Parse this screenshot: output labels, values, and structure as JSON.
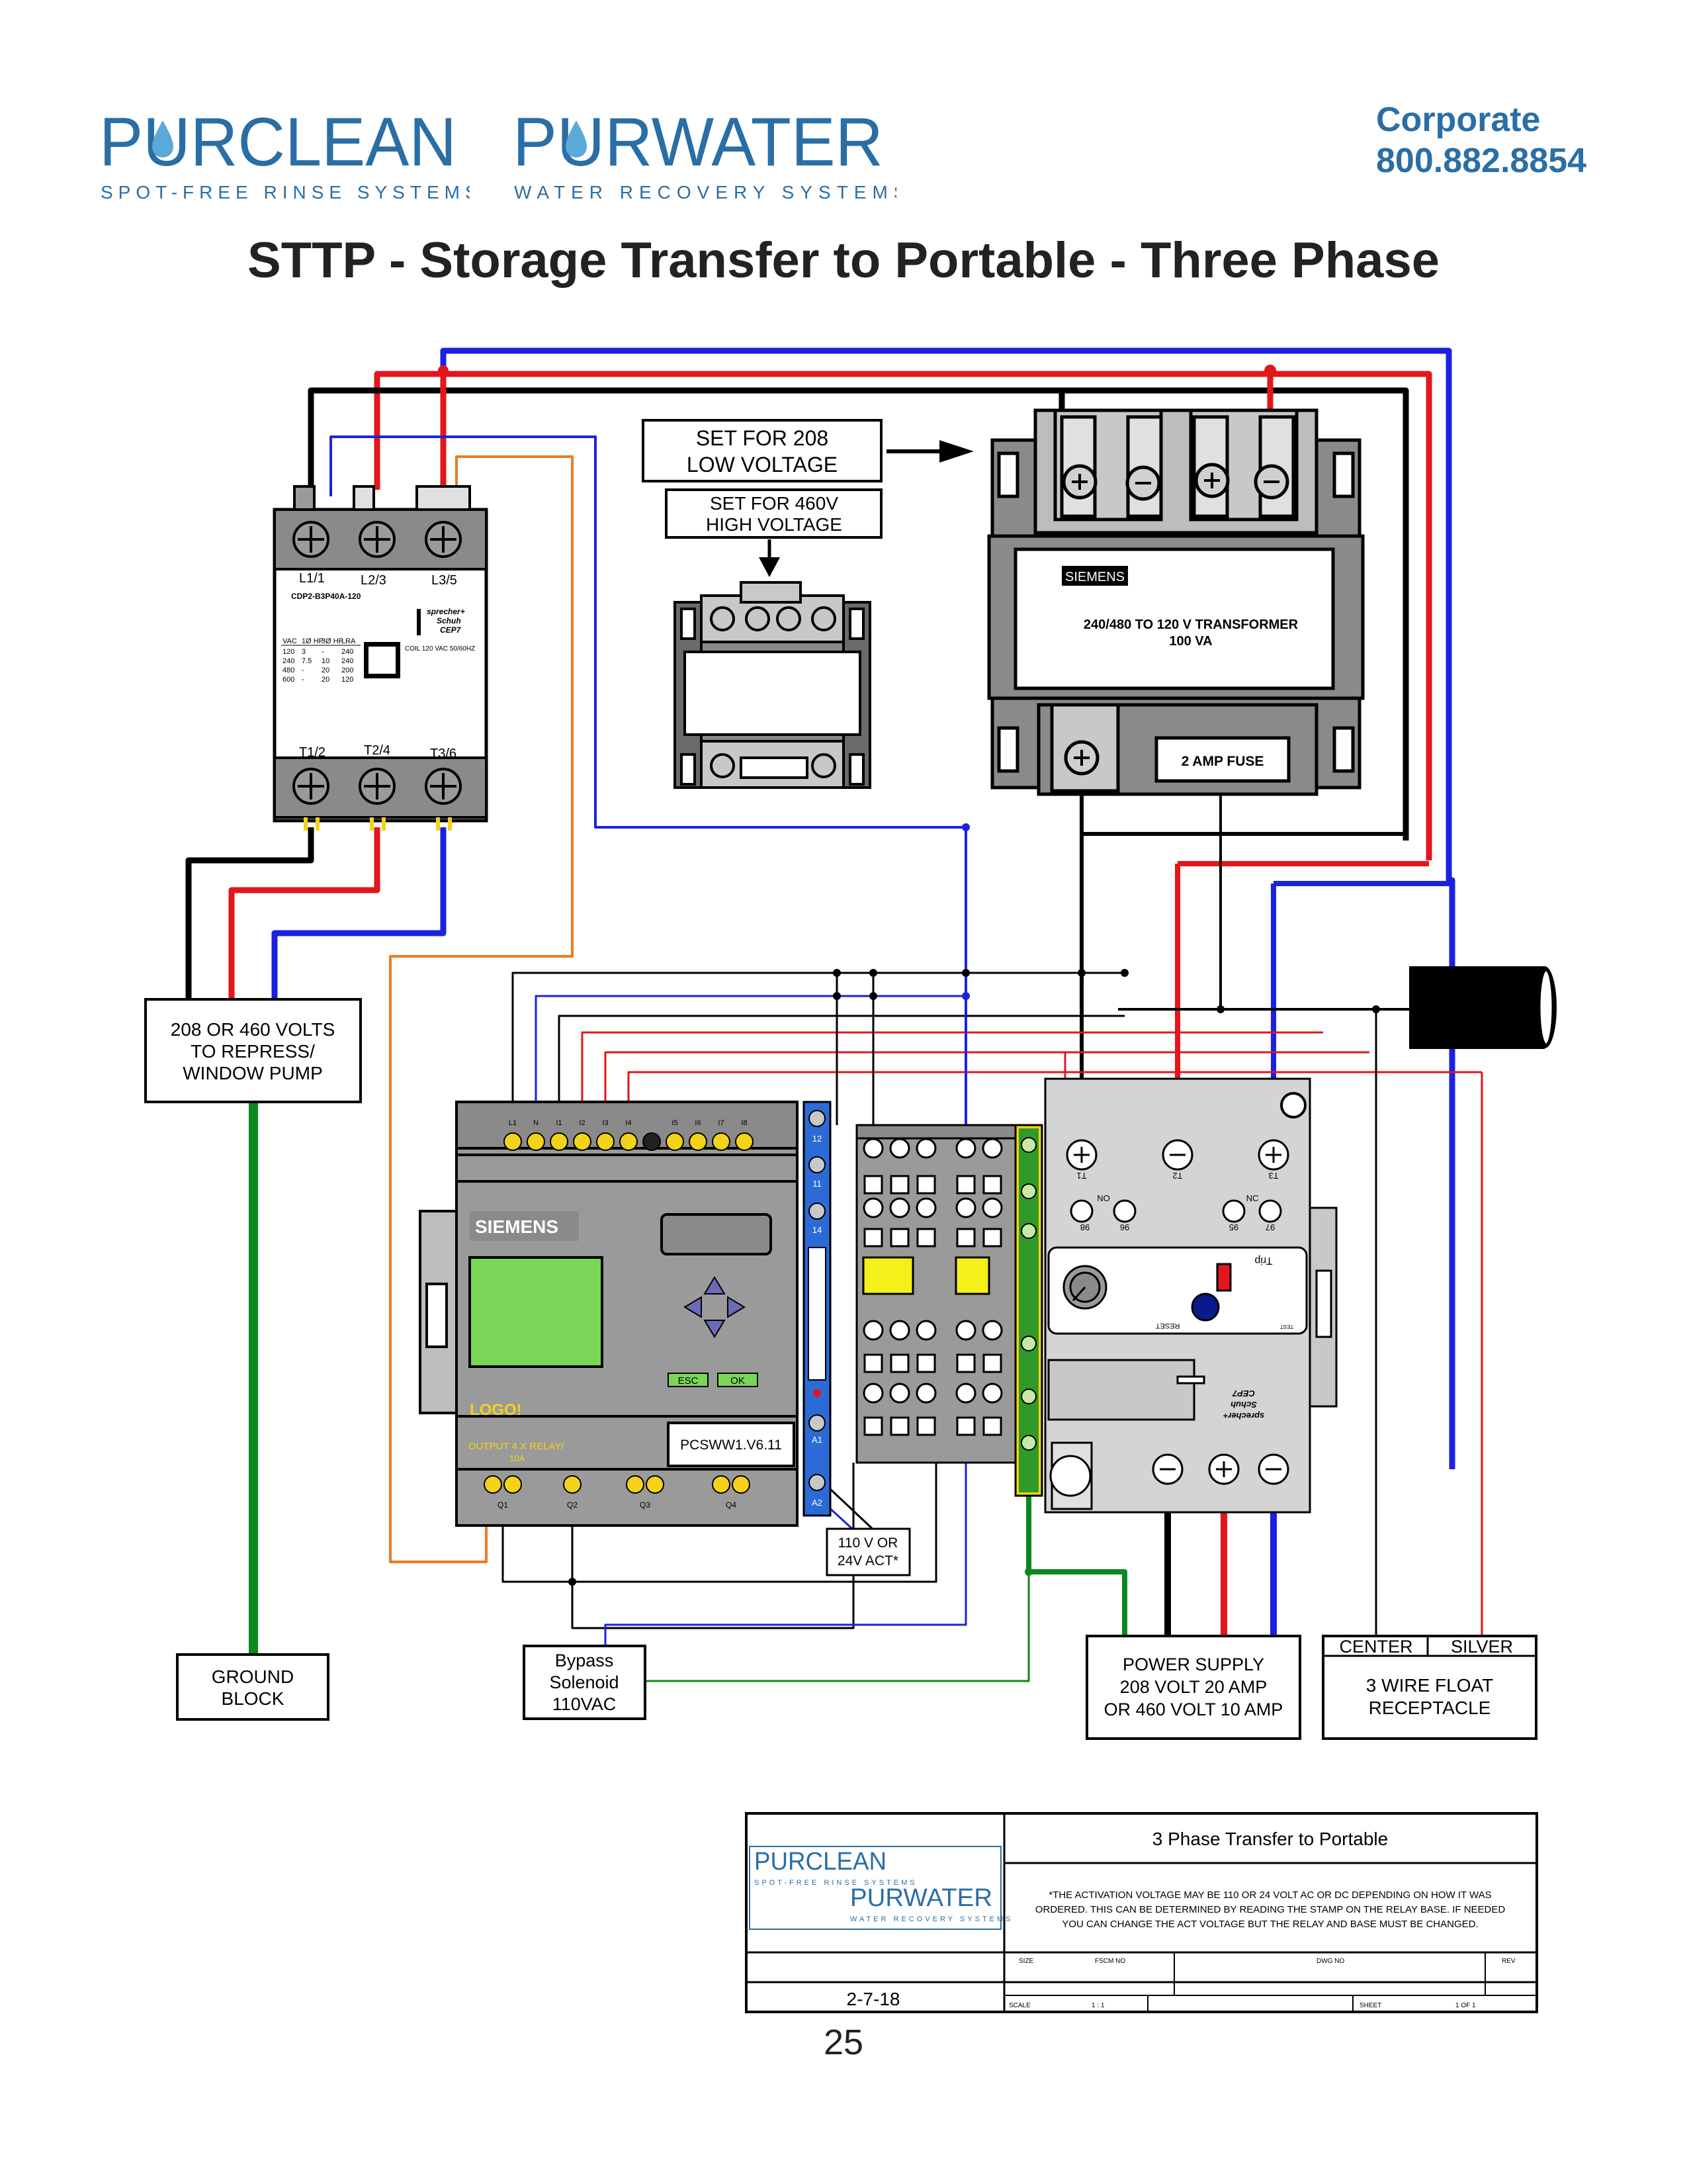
{
  "header": {
    "brand1": {
      "pre": "P",
      "mid": "R",
      "post": "CLEAN",
      "tagline": "SPOT-FREE RINSE SYSTEMS"
    },
    "brand2": {
      "pre": "P",
      "mid": "R",
      "post": "WATER",
      "tagline": "WATER RECOVERY SYSTEMS"
    },
    "corporate_label": "Corporate",
    "corporate_phone": "800.882.8854"
  },
  "title": "STTP - Storage Transfer to Portable - Three Phase",
  "contactor": {
    "top_terminals": [
      "L1/1",
      "L2/3",
      "L3/5"
    ],
    "bottom_terminals": [
      "T1/2",
      "T2/4",
      "T3/6"
    ],
    "model": "CDP2-B3P40A-120",
    "brand_line1": "sprecher+",
    "brand_line2": "Schuh",
    "brand_line3": "CEP7",
    "coil": "COIL 120 VAC 50/60HZ",
    "rating_headers": [
      "VAC",
      "1Ø HP",
      "3Ø HP",
      "LRA"
    ],
    "rating_rows": [
      [
        "120",
        "3",
        "-",
        "240"
      ],
      [
        "240",
        "7.5",
        "10",
        "240"
      ],
      [
        "480",
        "-",
        "20",
        "200"
      ],
      [
        "600",
        "-",
        "20",
        "120"
      ]
    ]
  },
  "notes": {
    "set208_line1": "SET FOR 208",
    "set208_line2": "LOW VOLTAGE",
    "set460_line1": "SET FOR 460V",
    "set460_line2": "HIGH VOLTAGE"
  },
  "transformer": {
    "brand": "SIEMENS",
    "line1": "240/480 TO 120 V TRANSFORMER",
    "line2": "100 VA",
    "fuse": "2 AMP FUSE"
  },
  "plc": {
    "brand": "SIEMENS",
    "logo": "LOGO!",
    "output_line1": "OUTPUT 4 X RELAY/",
    "output_line2": "10A",
    "esc": "ESC",
    "ok": "OK",
    "inputs": [
      "L1",
      "N",
      "I1",
      "I2",
      "I3",
      "I4",
      "I5",
      "I6",
      "I7",
      "I8"
    ],
    "outputs": [
      "Q1",
      "Q2",
      "Q3",
      "Q4"
    ],
    "program_label": "PCSWW1.V6.11"
  },
  "relay": {
    "pins": [
      "12",
      "11",
      "14",
      "A1",
      "A2"
    ],
    "voltage_line1": "110 V OR",
    "voltage_line2": "24V ACT*"
  },
  "overload": {
    "top": [
      "T1",
      "T2",
      "T3"
    ],
    "aux": [
      "98",
      "NO",
      "96",
      "NC",
      "95",
      "97"
    ],
    "trip": "Trip",
    "reset": "RESET",
    "test": "TEST",
    "brand_line1": "sprecher+",
    "brand_line2": "Schuh",
    "brand_line3": "CEP7"
  },
  "boxes": {
    "pump_line1": "208 OR 460 VOLTS",
    "pump_line2": "TO REPRESS/",
    "pump_line3": "WINDOW PUMP",
    "ground_line1": "GROUND",
    "ground_line2": "BLOCK",
    "bypass_line1": "Bypass",
    "bypass_line2": "Solenoid",
    "bypass_line3": "110VAC",
    "power_line1": "POWER SUPPLY",
    "power_line2": "208 VOLT 20 AMP",
    "power_line3": "OR 460 VOLT 10 AMP",
    "float_center": "CENTER",
    "float_silver": "SILVER",
    "float_line1": "3 WIRE FLOAT",
    "float_line2": "RECEPTACLE"
  },
  "title_block": {
    "title": "3 Phase Transfer to Portable",
    "note_line1": "*THE ACTIVATION VOLTAGE MAY BE 110 OR 24 VOLT AC OR DC DEPENDING ON HOW IT WAS",
    "note_line2": "ORDERED. THIS CAN BE DETERMINED BY READING THE STAMP ON THE RELAY BASE. IF NEEDED",
    "note_line3": "YOU CAN CHANGE THE ACT VOLTAGE BUT THE RELAY AND BASE MUST BE CHANGED.",
    "size_label": "SIZE",
    "fscm_label": "FSCM NO",
    "dwg_label": "DWG NO",
    "rev_label": "REV",
    "scale_label": "SCALE",
    "scale_value": "1 : 1",
    "sheet_label": "SHEET",
    "sheet_value": "1 OF 1",
    "date": "2-7-18"
  },
  "page_number": "25",
  "colors": {
    "brand_blue": "#2a6ea6",
    "drop_blue": "#5aa9d8",
    "wire_black": "#000000",
    "wire_red": "#e3161b",
    "wire_blue": "#1a22e0",
    "wire_orange": "#f07a22",
    "wire_green": "#0a8a1e",
    "device_gray": "#9a9a9a",
    "yellow": "#f4d21a"
  }
}
